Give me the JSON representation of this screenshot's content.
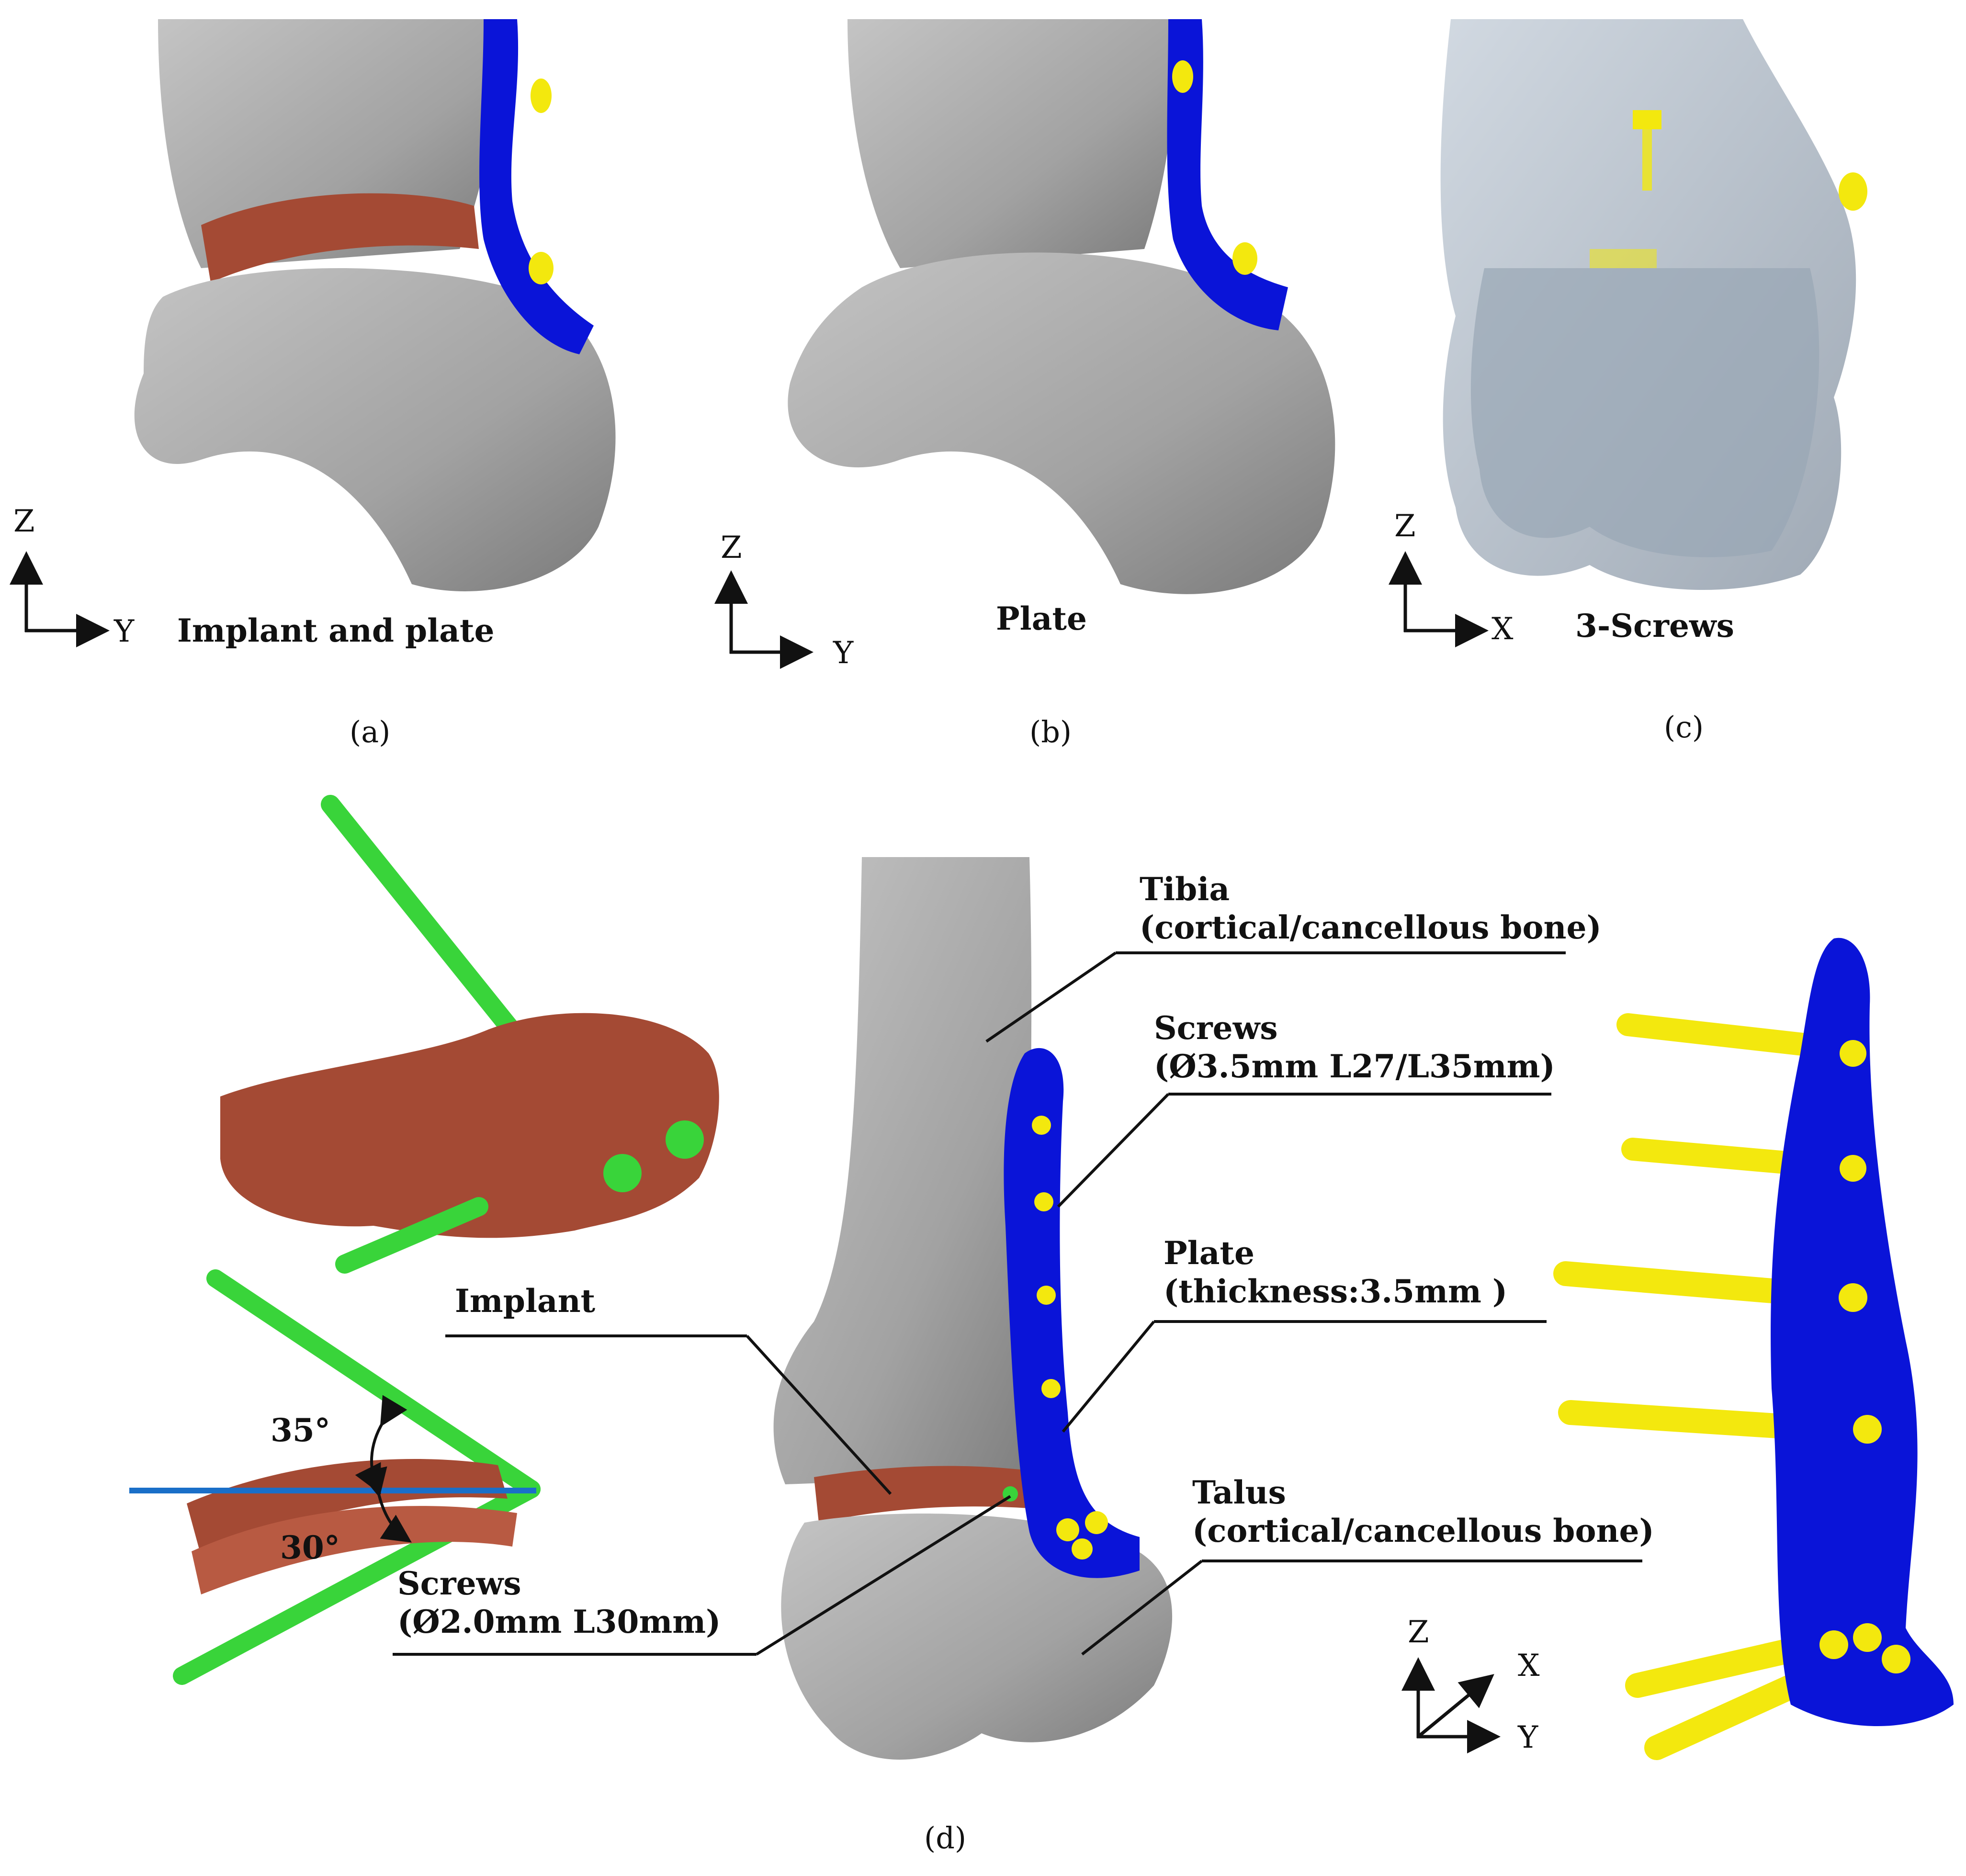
{
  "panels": {
    "a": {
      "title": "Implant and plate",
      "caption": "(a)",
      "axis_vertical": "Z",
      "axis_horizontal": "Y"
    },
    "b": {
      "title": "Plate",
      "caption": "(b)",
      "axis_vertical": "Z",
      "axis_horizontal": "Y"
    },
    "c": {
      "title": "3-Screws",
      "caption": "(c)",
      "axis_vertical": "Z",
      "axis_horizontal": "X"
    },
    "d": {
      "caption": "(d)",
      "axis_vertical": "Z",
      "axis_depth": "X",
      "axis_horizontal": "Y"
    }
  },
  "callouts": {
    "tibia": {
      "line1": "Tibia",
      "line2": "(cortical/cancellous bone)"
    },
    "screws_plate": {
      "line1": "Screws",
      "line2": "(Ø3.5mm L27/L35mm)"
    },
    "plate": {
      "line1": "Plate",
      "line2": "(thickness:3.5mm )"
    },
    "talus": {
      "line1": "Talus",
      "line2": "(cortical/cancellous bone)"
    },
    "implant": {
      "line1": "Implant"
    },
    "screws_implant": {
      "line1": "Screws",
      "line2": "(Ø2.0mm L30mm)"
    }
  },
  "angles": {
    "upper": "35°",
    "lower": "30°"
  },
  "colors": {
    "bone": "#a9a9a9",
    "bone_dark": "#7d7d7d",
    "bone_translucent": "#b7c1cc",
    "plate": "#0a14d8",
    "screw_yellow": "#f3e80e",
    "screw_green": "#39d43a",
    "implant": "#a44a34",
    "reference_line": "#1a6fc8"
  }
}
